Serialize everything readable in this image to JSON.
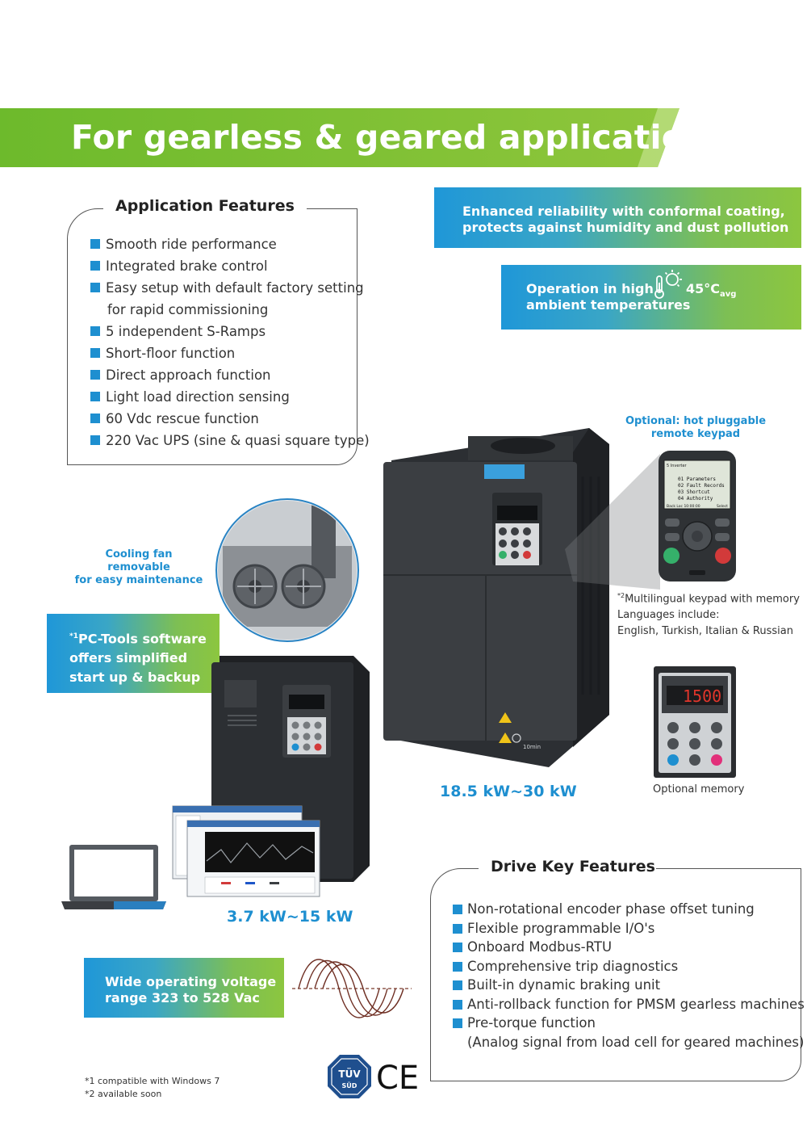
{
  "banner": {
    "title": "For gearless & geared applications"
  },
  "application_features": {
    "title": "Application Features",
    "items": [
      "Smooth ride performance",
      "Integrated brake control",
      "Easy setup with default factory setting",
      "for rapid commissioning",
      "5 independent S-Ramps",
      "Short-floor function",
      "Direct approach function",
      "Light load direction sensing",
      "60 Vdc rescue function",
      "220 Vac UPS (sine & quasi square type)"
    ]
  },
  "callouts": {
    "reliability": [
      "Enhanced reliability with conformal coating,",
      "protects against humidity and dust pollution"
    ],
    "temperature": {
      "lines": [
        "Operation in high",
        "ambient temperatures"
      ],
      "value": "45°C",
      "suffix": "avg"
    },
    "pc_tools": {
      "marker": "*1",
      "lines": [
        "PC-Tools software",
        "offers simplified",
        "start up & backup"
      ]
    },
    "voltage": [
      "Wide operating voltage",
      "range 323 to 528 Vac"
    ]
  },
  "labels": {
    "cooling_fan": [
      "Cooling fan removable",
      "for easy maintenance"
    ],
    "keypad": [
      "Optional: hot pluggable",
      "remote keypad"
    ],
    "keypad_note": {
      "marker": "*2",
      "lines": [
        "Multilingual keypad with memory",
        "Languages include:",
        "English, Turkish, Italian & Russian"
      ]
    },
    "optional_memory": "Optional memory",
    "range_large": "18.5 kW~30 kW",
    "range_small": "3.7 kW~15 kW"
  },
  "keypad_screen": {
    "header": "5 Inverter",
    "menu": [
      "01 Parameters",
      "02 Fault Records",
      "03 Shortcut",
      "04 Authority"
    ],
    "footer_left": "Back  Loc  10:00:00",
    "footer_right": "Select"
  },
  "memory_display": "1500",
  "warning_timer": "10min",
  "drive_features": {
    "title": "Drive Key Features",
    "items": [
      "Non-rotational encoder phase offset tuning",
      "Flexible programmable I/O's",
      "Onboard Modbus-RTU",
      "Comprehensive trip diagnostics",
      "Built-in dynamic braking unit",
      "Anti-rollback function for PMSM gearless machines",
      "Pre-torque function",
      "(Analog signal from load cell for geared machines)"
    ]
  },
  "certifications": {
    "tuv_top": "TÜV",
    "tuv_bottom": "SÜD",
    "ce": "CE"
  },
  "footnotes": [
    "*1 compatible with Windows 7",
    "*2 available soon"
  ],
  "colors": {
    "accent_blue": "#1e8fd0",
    "accent_green": "#8cc63f",
    "drive_body": "#3b3e42"
  }
}
